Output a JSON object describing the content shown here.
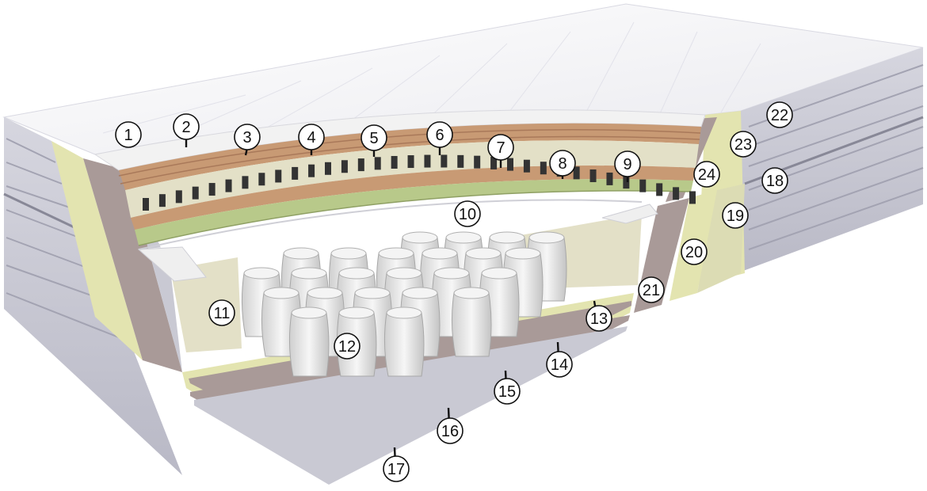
{
  "callouts": [
    {
      "id": 1,
      "label": "1"
    },
    {
      "id": 2,
      "label": "2"
    },
    {
      "id": 3,
      "label": "3"
    },
    {
      "id": 4,
      "label": "4"
    },
    {
      "id": 5,
      "label": "5"
    },
    {
      "id": 6,
      "label": "6"
    },
    {
      "id": 7,
      "label": "7"
    },
    {
      "id": 8,
      "label": "8"
    },
    {
      "id": 9,
      "label": "9"
    },
    {
      "id": 10,
      "label": "10"
    },
    {
      "id": 11,
      "label": "11"
    },
    {
      "id": 12,
      "label": "12"
    },
    {
      "id": 13,
      "label": "13"
    },
    {
      "id": 14,
      "label": "14"
    },
    {
      "id": 15,
      "label": "15"
    },
    {
      "id": 16,
      "label": "16"
    },
    {
      "id": 17,
      "label": "17"
    },
    {
      "id": 18,
      "label": "18"
    },
    {
      "id": 19,
      "label": "19"
    },
    {
      "id": 20,
      "label": "20"
    },
    {
      "id": 21,
      "label": "21"
    },
    {
      "id": 22,
      "label": "22"
    },
    {
      "id": 23,
      "label": "23"
    },
    {
      "id": 24,
      "label": "24"
    }
  ],
  "colors": {
    "cover_top": "#f3f3f3",
    "cover_side": "#c9c9d3",
    "quilt_line": "#9d9dab",
    "foam_tan": "#c89a74",
    "foam_cream": "#e3e0c7",
    "foam_yellow": "#e3e4b0",
    "foam_green": "#b8c98a",
    "felt_mauve": "#a99a98",
    "spring": "#e8e8e8",
    "outline": "#111111"
  }
}
